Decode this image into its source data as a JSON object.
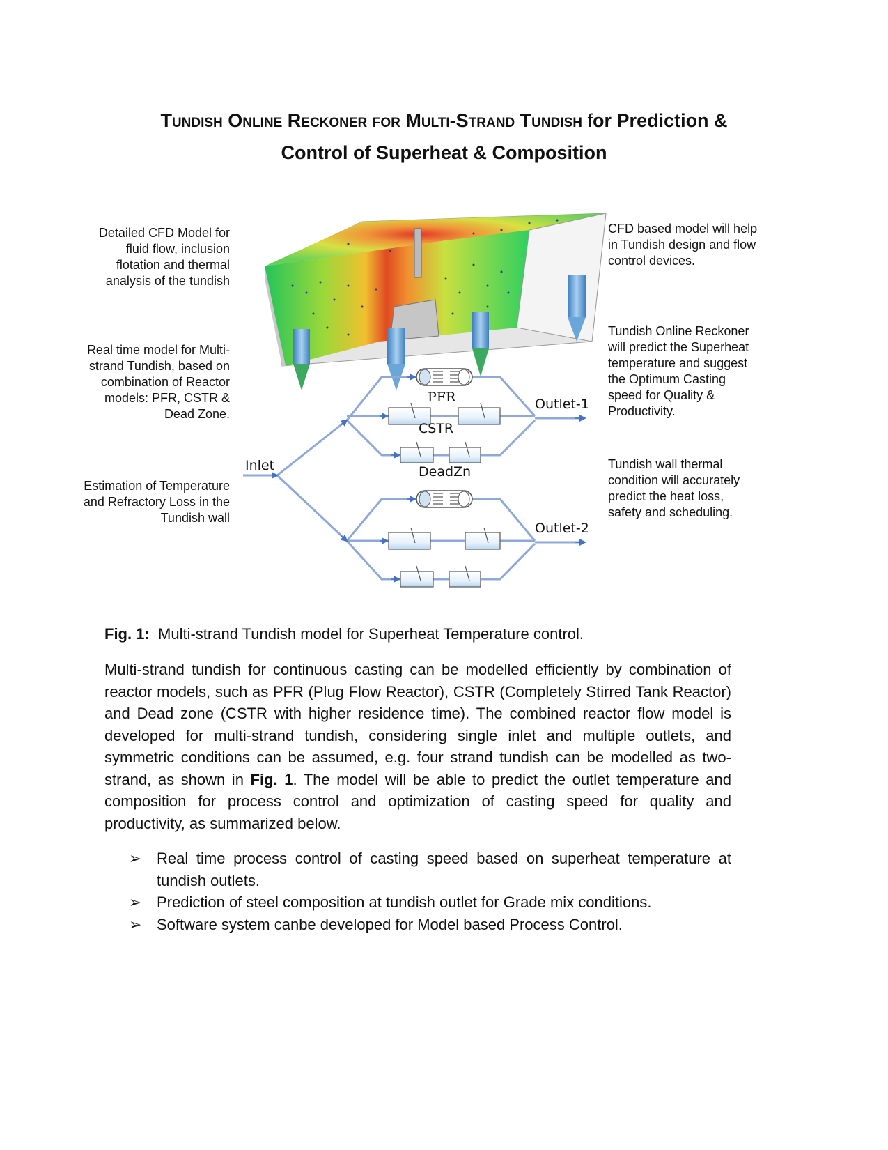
{
  "title": {
    "part1_sc": "Tundish Online Reckoner for Multi-Strand Tundish",
    "part2_normal": " f",
    "part3": "or Prediction &",
    "line2": "Control of Superheat & Composition"
  },
  "left_notes": [
    [
      "Detailed CFD Model for",
      "fluid flow, inclusion",
      "flotation and thermal",
      "analysis of the tundish"
    ],
    [
      "Real time model for Multi-",
      "strand Tundish, based on",
      "combination of Reactor",
      "models: PFR, CSTR &",
      "Dead Zone."
    ],
    [
      "Estimation of Temperature",
      "and Refractory Loss in the",
      "Tundish wall"
    ]
  ],
  "right_notes": [
    [
      "CFD based model will help",
      "in Tundish design and flow",
      "control devices."
    ],
    [
      "Tundish Online Reckoner",
      "will predict the Superheat",
      "temperature and suggest",
      "the Optimum Casting",
      "speed for Quality &",
      "Productivity."
    ],
    [
      "Tundish wall thermal",
      "condition will accurately",
      "predict the heat loss,",
      "safety and scheduling."
    ]
  ],
  "diagram_labels": {
    "inlet": "Inlet",
    "pfr": "PFR",
    "cstr": "CSTR",
    "deadzn": "DeadZn",
    "outlet1": "Outlet-1",
    "outlet2": "Outlet-2"
  },
  "caption": {
    "label": "Fig. 1:",
    "text": "  Multi-strand Tundish model for Superheat Temperature control."
  },
  "paragraph": {
    "before_ref": "Multi-strand tundish for continuous casting can be modelled efficiently by combination of reactor models, such as PFR (Plug Flow Reactor), CSTR (Completely Stirred Tank Reactor) and Dead zone (CSTR with higher residence time). The combined reactor flow model is developed for multi-strand tundish, considering single inlet and multiple outlets, and symmetric conditions can be assumed, e.g. four strand tundish can be modelled as two-strand, as shown in ",
    "ref": "Fig. 1",
    "after_ref": ". The model will be able to predict the outlet temperature and composition for process control and optimization of casting speed for quality and productivity, as summarized below."
  },
  "bullets": [
    "Real time process control of casting speed based on superheat temperature at tundish outlets.",
    "Prediction of steel composition at tundish outlet for Grade mix conditions.",
    "Software system canbe developed for Model based Process Control."
  ],
  "colors": {
    "pipe": "#8ea9d8",
    "arrow": "#4472c4",
    "cfd_green": "#33cc44",
    "cfd_yellow": "#e8e032",
    "cfd_orange": "#f08a24",
    "cfd_red": "#e03020",
    "nozzle": "#6aa6d8"
  }
}
